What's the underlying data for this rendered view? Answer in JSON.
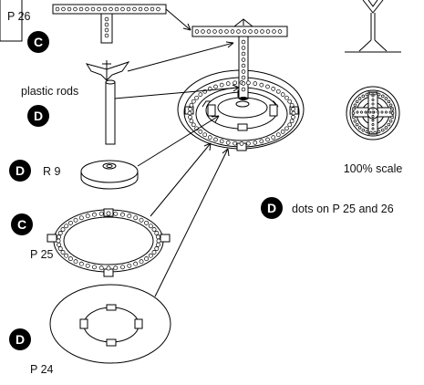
{
  "colors": {
    "ink": "#000000",
    "paper": "#ffffff",
    "badge_fill": "#000000",
    "badge_text": "#ffffff"
  },
  "labels": {
    "p26": "P 26",
    "plastic_rods": "plastic rods",
    "r9": "R 9",
    "p25": "P 25",
    "p24": "P 24",
    "scale": "100% scale",
    "dots_note": "dots on P 25 and 26"
  },
  "badges": {
    "p26_type": "C",
    "rods_type": "D",
    "r9_type": "D",
    "p25_type": "C",
    "p24_type": "D",
    "note_type": "D"
  }
}
